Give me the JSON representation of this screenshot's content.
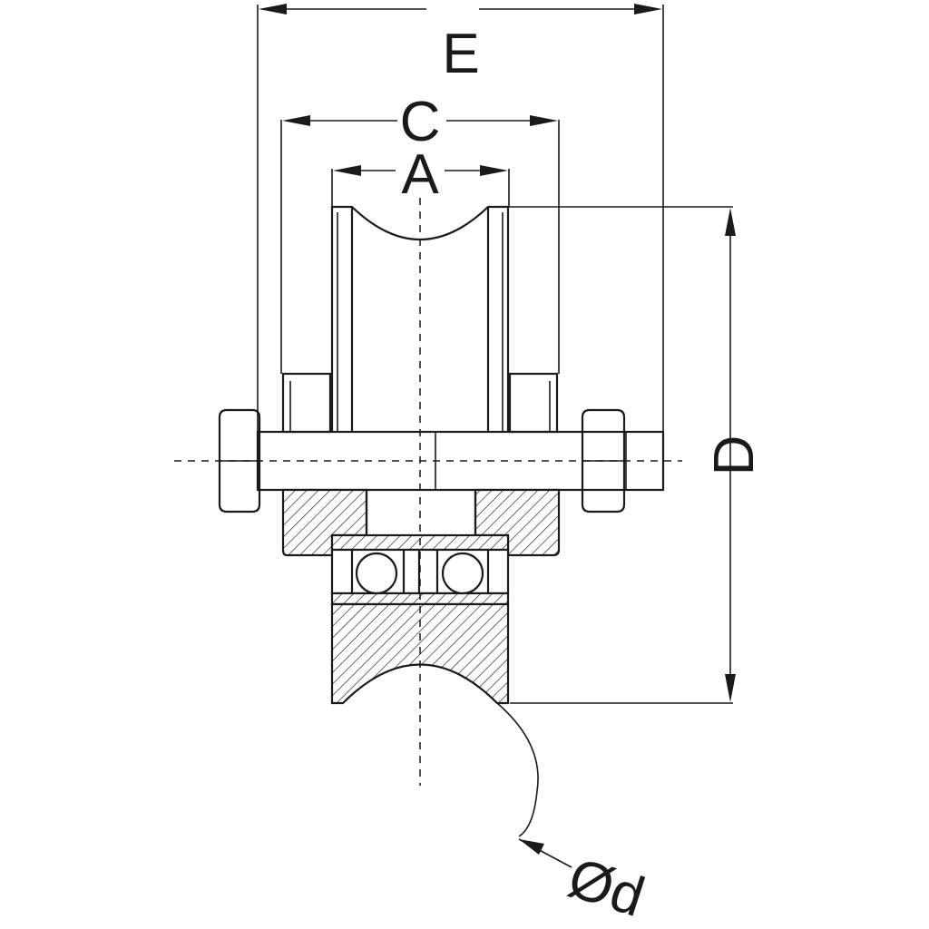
{
  "labels": {
    "E": "E",
    "C": "C",
    "A": "A",
    "D": "D",
    "d": "Ød"
  }
}
